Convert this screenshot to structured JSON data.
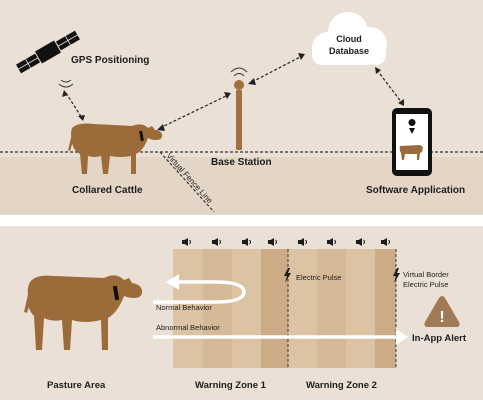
{
  "top_panel": {
    "gps_label": "GPS Positioning",
    "cloud_label_line1": "Cloud",
    "cloud_label_line2": "Database",
    "base_station_label": "Base Station",
    "cattle_label": "Collared Cattle",
    "fence_label": "Virtual Fence Line",
    "app_label": "Software Application"
  },
  "bottom_panel": {
    "pasture_label": "Pasture Area",
    "zone1_label": "Warning Zone 1",
    "zone2_label": "Warning Zone 2",
    "electric_pulse_label": "Electric Pulse",
    "virtual_border_line1": "Virtual Border",
    "virtual_border_line2": "Electric Pulse",
    "normal_behavior_label": "Normal Behavior",
    "abnormal_behavior_label": "Abnormal Behavior",
    "alert_label": "In-App Alert",
    "alert_symbol": "!"
  },
  "colors": {
    "panel_bg": "#ebe0d5",
    "cow": "#9c6b3a",
    "zone_light": "#dcc3a4",
    "zone_dark": "#ccab87",
    "alert_bg": "#a07a55"
  },
  "icons": {
    "satellite": "satellite-icon",
    "cloud": "cloud-icon",
    "antenna": "antenna-icon",
    "phone": "smartphone-icon",
    "speaker": "speaker-icon",
    "lightning": "lightning-icon",
    "warning": "warning-triangle-icon"
  }
}
